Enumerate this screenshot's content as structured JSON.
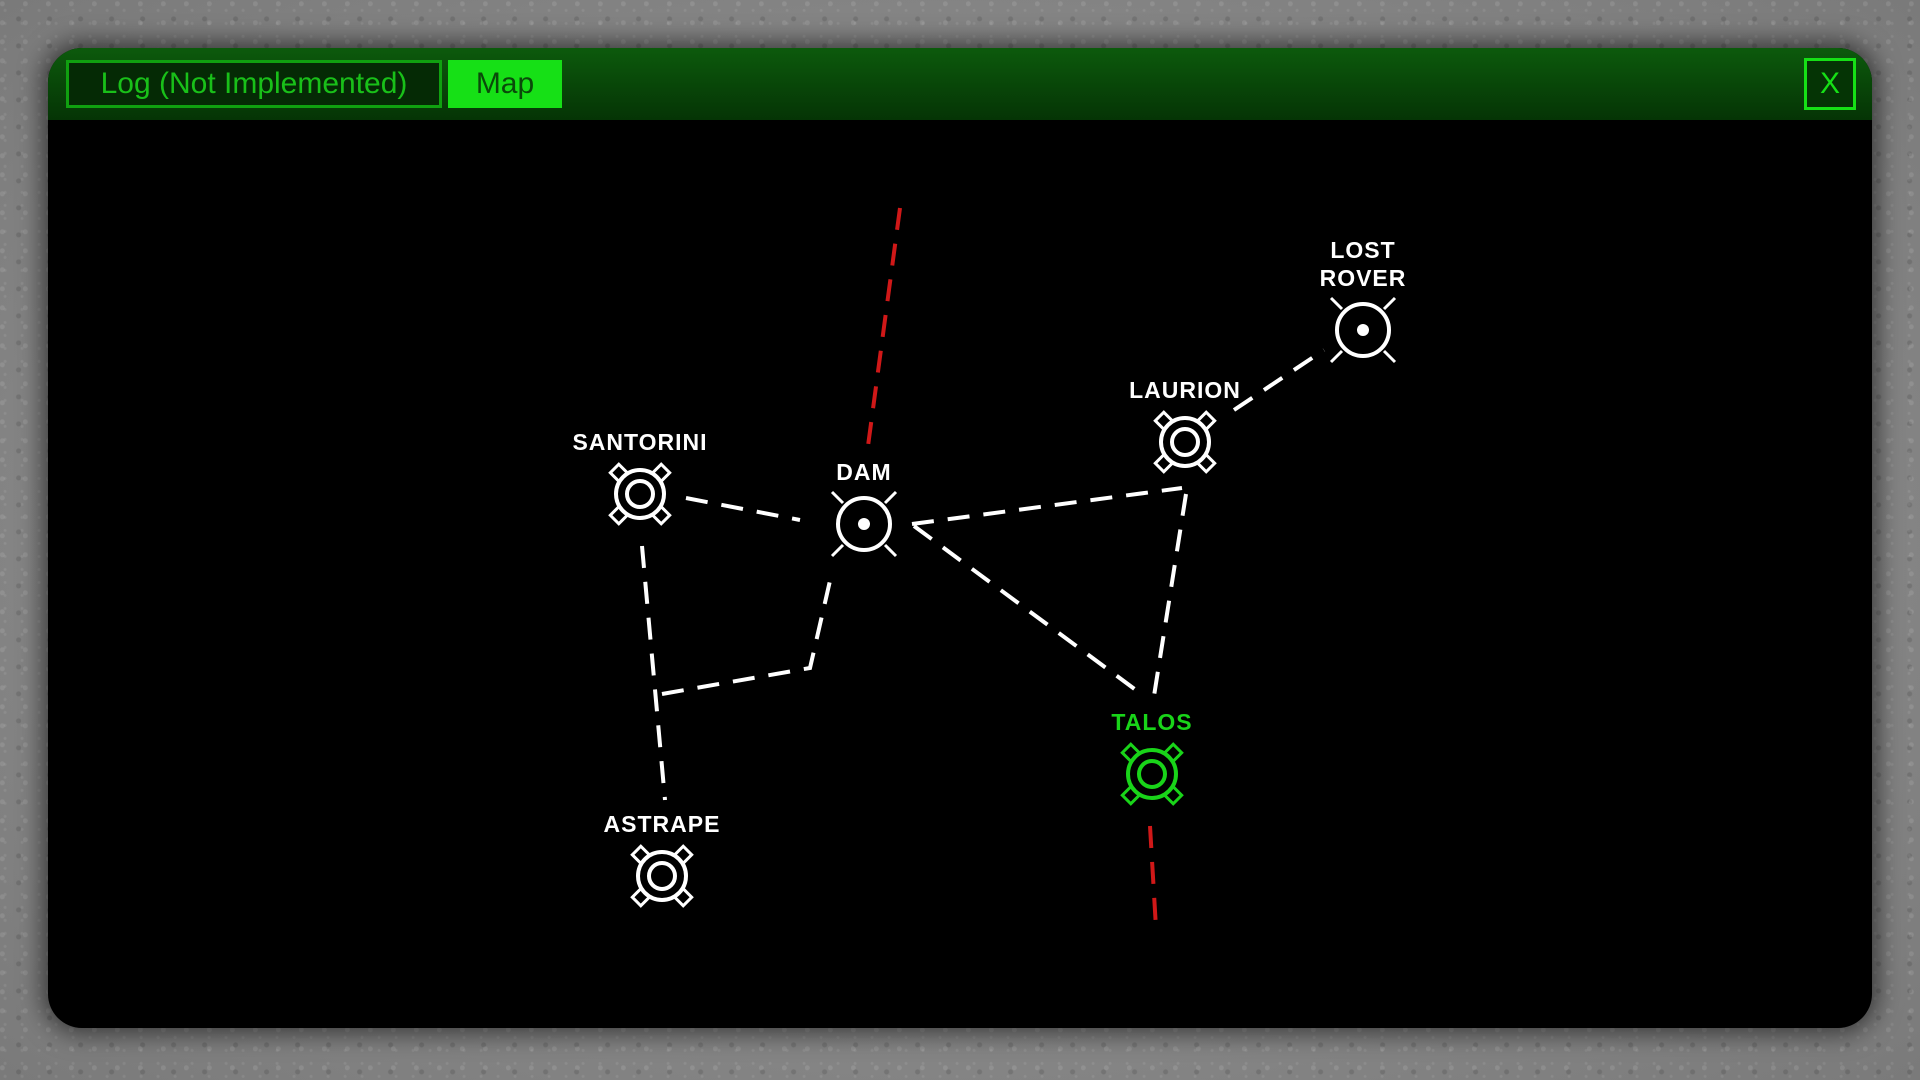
{
  "tabs": {
    "log_label": "Log (Not Implemented)",
    "map_label": "Map"
  },
  "close_label": "X",
  "colors": {
    "bar": "#0c5a0c",
    "accent": "#16e016",
    "selected": "#19d419",
    "route": "#ffffff",
    "blocked_route": "#d01818"
  },
  "map": {
    "nodes": {
      "santorini": {
        "label": "SANTORINI",
        "icon": "gear-target-icon"
      },
      "dam": {
        "label": "DAM",
        "icon": "crosshair-target-icon"
      },
      "laurion": {
        "label": "LAURION",
        "icon": "gear-target-icon"
      },
      "lost_rover": {
        "label_line1": "LOST",
        "label_line2": "ROVER",
        "icon": "crosshair-target-icon"
      },
      "talos": {
        "label": "TALOS",
        "icon": "gear-target-icon",
        "state": "selected"
      },
      "astrape": {
        "label": "ASTRAPE",
        "icon": "gear-target-icon"
      }
    }
  }
}
